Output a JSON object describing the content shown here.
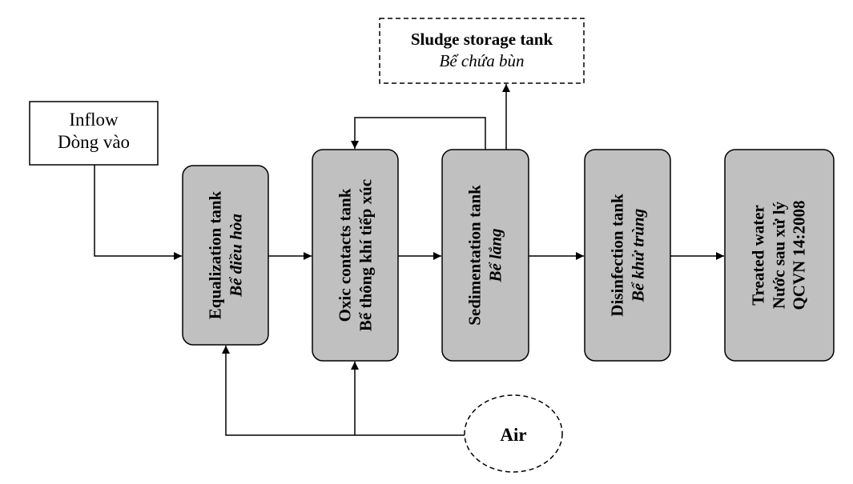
{
  "inflow": {
    "line1": "Inflow",
    "line2": "Dòng vào"
  },
  "sludge": {
    "line1": "Sludge storage tank",
    "line2": "Bể chứa bùn"
  },
  "tanks": [
    {
      "line1": "Equalization tank",
      "line2": "Bể điều hòa"
    },
    {
      "line1": "Oxic contacts tank",
      "line2": "Bể thông khí tiếp xúc"
    },
    {
      "line1": "Sedimentation tank",
      "line2": "Bể lắng"
    },
    {
      "line1": "Disinfection tank",
      "line2": "Bể khử trùng"
    }
  ],
  "treated": {
    "line1": "Treated water",
    "line2": "Nước sau xử lý",
    "line3": "QCVN 14:2008"
  },
  "air": {
    "label": "Air"
  },
  "colors": {
    "box_fill": "#c0c0c0",
    "line": "#000000",
    "background": "#ffffff"
  }
}
